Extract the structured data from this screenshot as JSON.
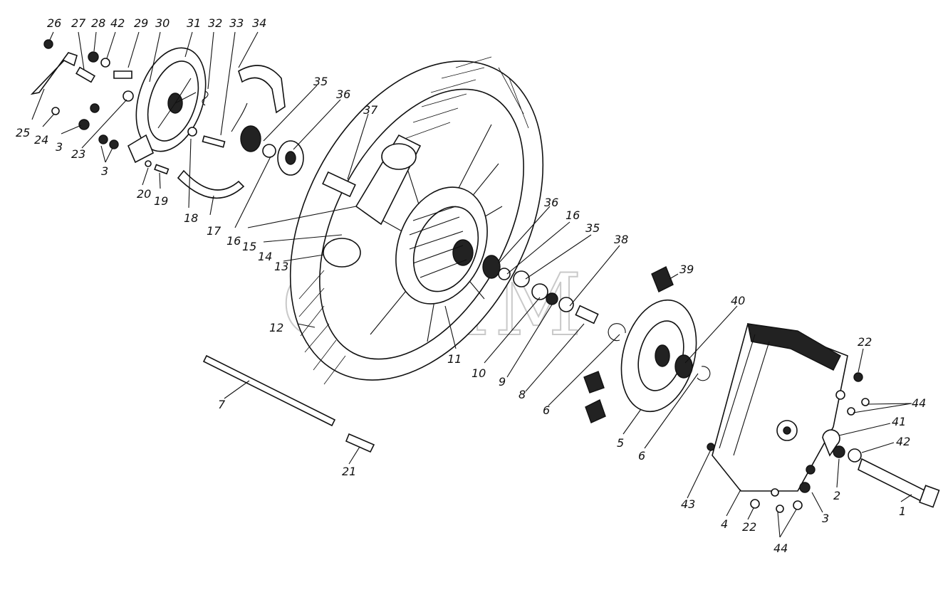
{
  "diagram": {
    "watermark": "CEJIM",
    "callouts": [
      {
        "id": "c26",
        "text": "26"
      },
      {
        "id": "c27",
        "text": "27"
      },
      {
        "id": "c28",
        "text": "28"
      },
      {
        "id": "c42a",
        "text": "42"
      },
      {
        "id": "c29",
        "text": "29"
      },
      {
        "id": "c30",
        "text": "30"
      },
      {
        "id": "c31",
        "text": "31"
      },
      {
        "id": "c32",
        "text": "32"
      },
      {
        "id": "c33",
        "text": "33"
      },
      {
        "id": "c34",
        "text": "34"
      },
      {
        "id": "c35a",
        "text": "35"
      },
      {
        "id": "c36a",
        "text": "36"
      },
      {
        "id": "c37",
        "text": "37"
      },
      {
        "id": "c25",
        "text": "25"
      },
      {
        "id": "c24",
        "text": "24"
      },
      {
        "id": "c3a",
        "text": "3"
      },
      {
        "id": "c23",
        "text": "23"
      },
      {
        "id": "c3b",
        "text": "3"
      },
      {
        "id": "c20",
        "text": "20"
      },
      {
        "id": "c19",
        "text": "19"
      },
      {
        "id": "c18",
        "text": "18"
      },
      {
        "id": "c17",
        "text": "17"
      },
      {
        "id": "c16a",
        "text": "16"
      },
      {
        "id": "c15",
        "text": "15"
      },
      {
        "id": "c14",
        "text": "14"
      },
      {
        "id": "c13",
        "text": "13"
      },
      {
        "id": "c12",
        "text": "12"
      },
      {
        "id": "c36b",
        "text": "36"
      },
      {
        "id": "c16b",
        "text": "16"
      },
      {
        "id": "c35b",
        "text": "35"
      },
      {
        "id": "c38",
        "text": "38"
      },
      {
        "id": "c39",
        "text": "39"
      },
      {
        "id": "c11",
        "text": "11"
      },
      {
        "id": "c10",
        "text": "10"
      },
      {
        "id": "c9",
        "text": "9"
      },
      {
        "id": "c8",
        "text": "8"
      },
      {
        "id": "c6a",
        "text": "6"
      },
      {
        "id": "c40",
        "text": "40"
      },
      {
        "id": "c5",
        "text": "5"
      },
      {
        "id": "c6b",
        "text": "6"
      },
      {
        "id": "c7",
        "text": "7"
      },
      {
        "id": "c21",
        "text": "21"
      },
      {
        "id": "c22a",
        "text": "22"
      },
      {
        "id": "c44a",
        "text": "44"
      },
      {
        "id": "c41",
        "text": "41"
      },
      {
        "id": "c42b",
        "text": "42"
      },
      {
        "id": "c2",
        "text": "2"
      },
      {
        "id": "c1",
        "text": "1"
      },
      {
        "id": "c3c",
        "text": "3"
      },
      {
        "id": "c43",
        "text": "43"
      },
      {
        "id": "c4",
        "text": "4"
      },
      {
        "id": "c22b",
        "text": "22"
      },
      {
        "id": "c44b",
        "text": "44"
      }
    ]
  }
}
